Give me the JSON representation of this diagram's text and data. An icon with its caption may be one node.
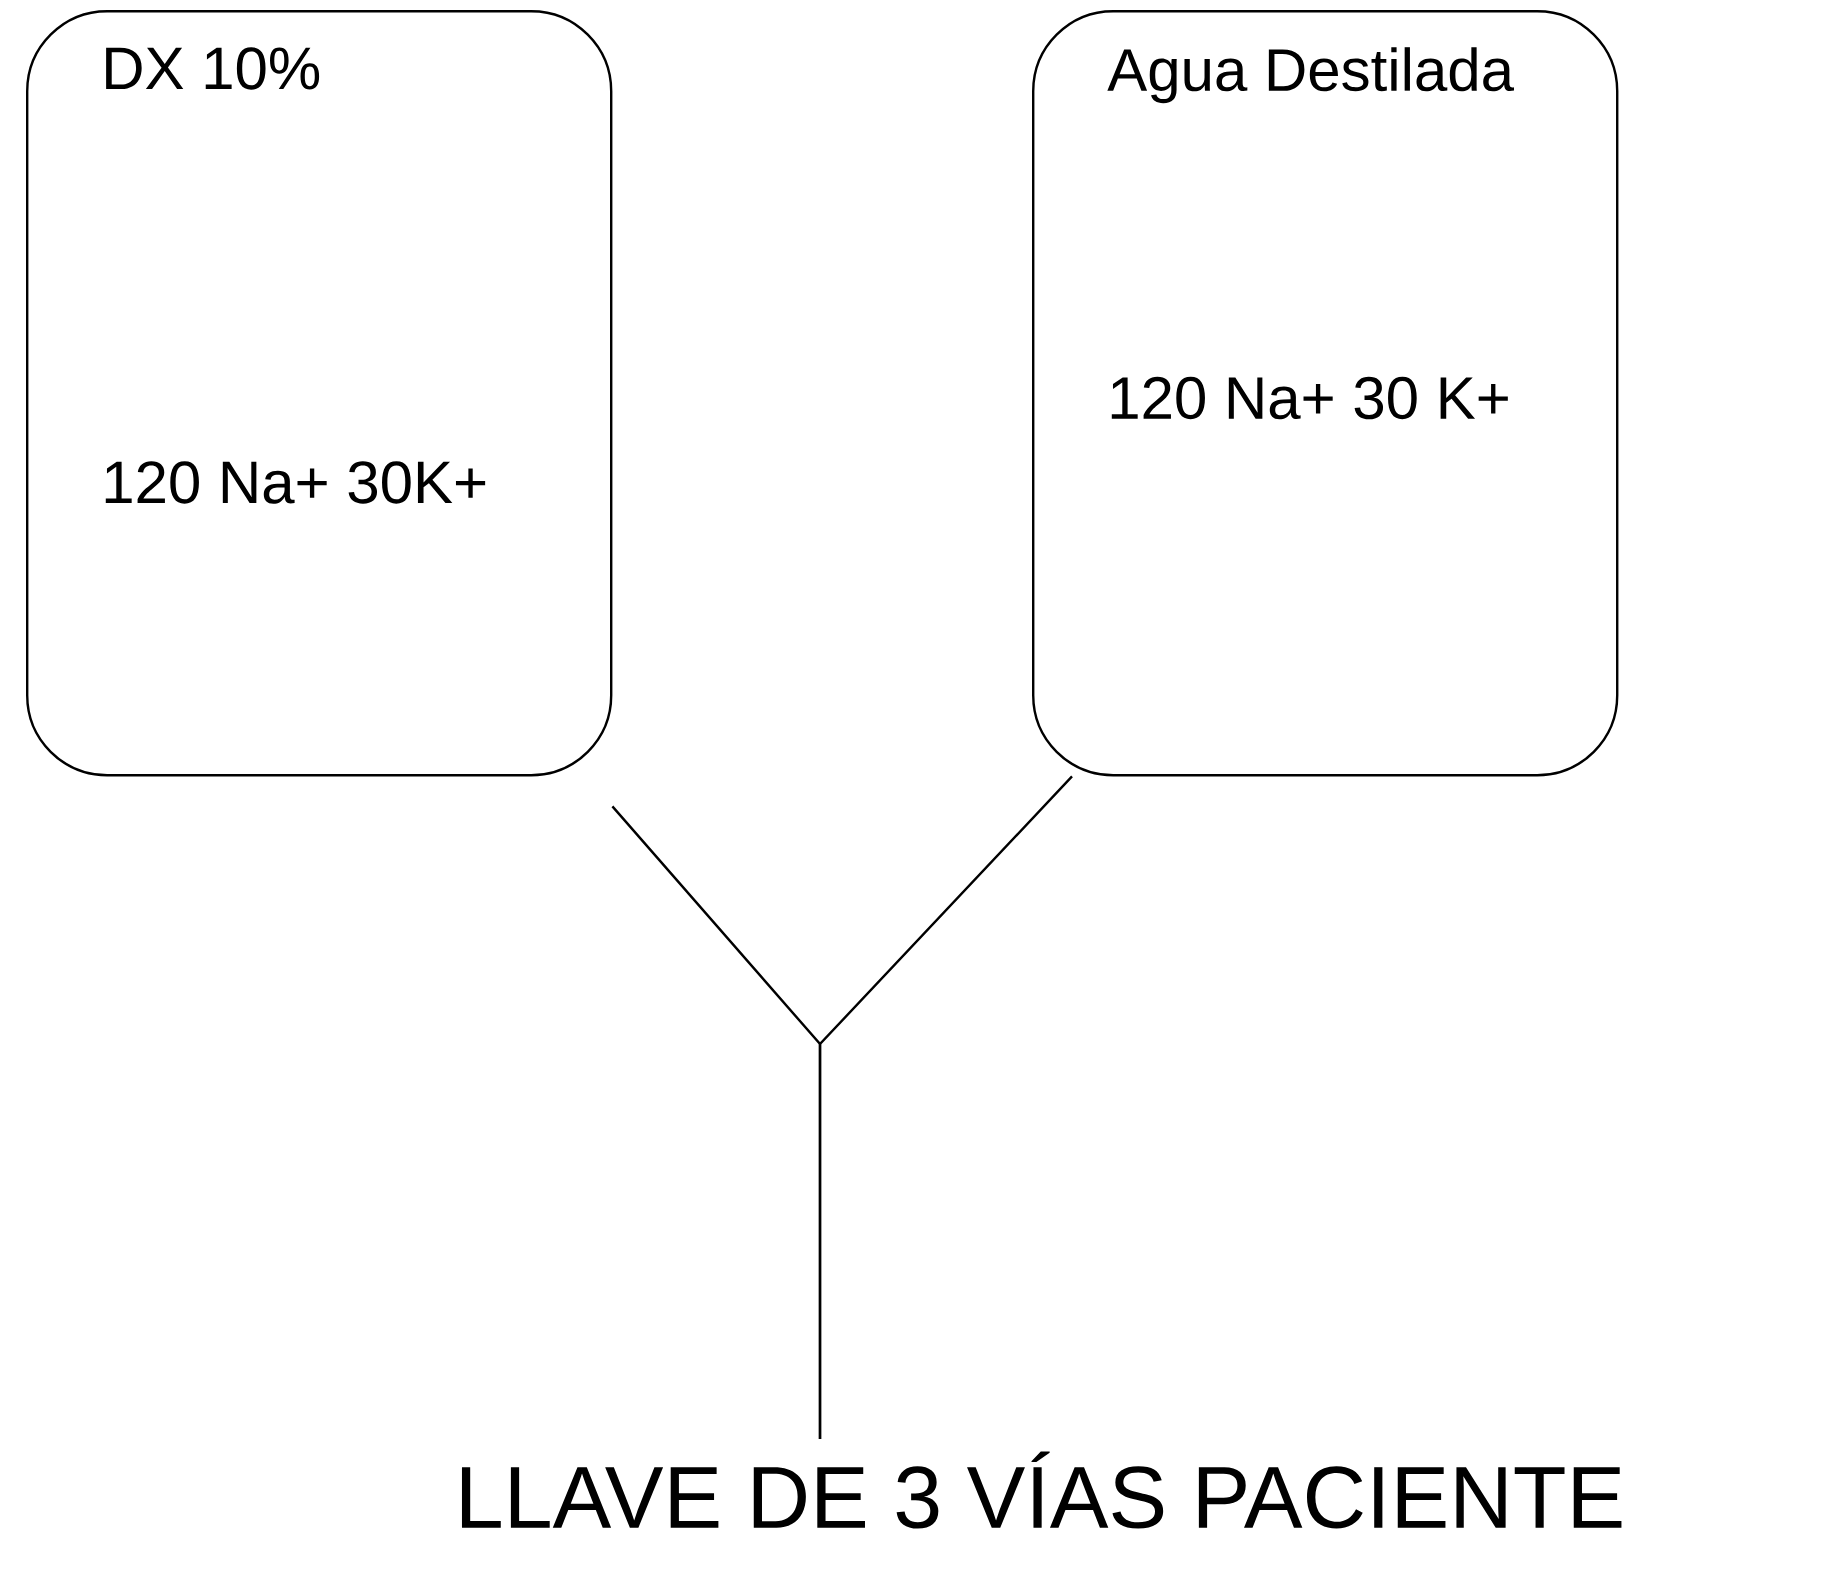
{
  "diagram": {
    "nodes": [
      {
        "text": [
          "DX 10%",
          "120 Na+ 30K+"
        ]
      },
      {
        "text": [
          "Agua Destilada",
          "120 Na+ 30 K+"
        ]
      },
      {
        "text": [
          "LLAVE DE 3 VÍAS PACIENTE"
        ]
      }
    ],
    "edges": [
      {
        "from": 0,
        "to": 2,
        "arrow": "none"
      },
      {
        "from": 1,
        "to": 2,
        "arrow": "none"
      }
    ]
  }
}
